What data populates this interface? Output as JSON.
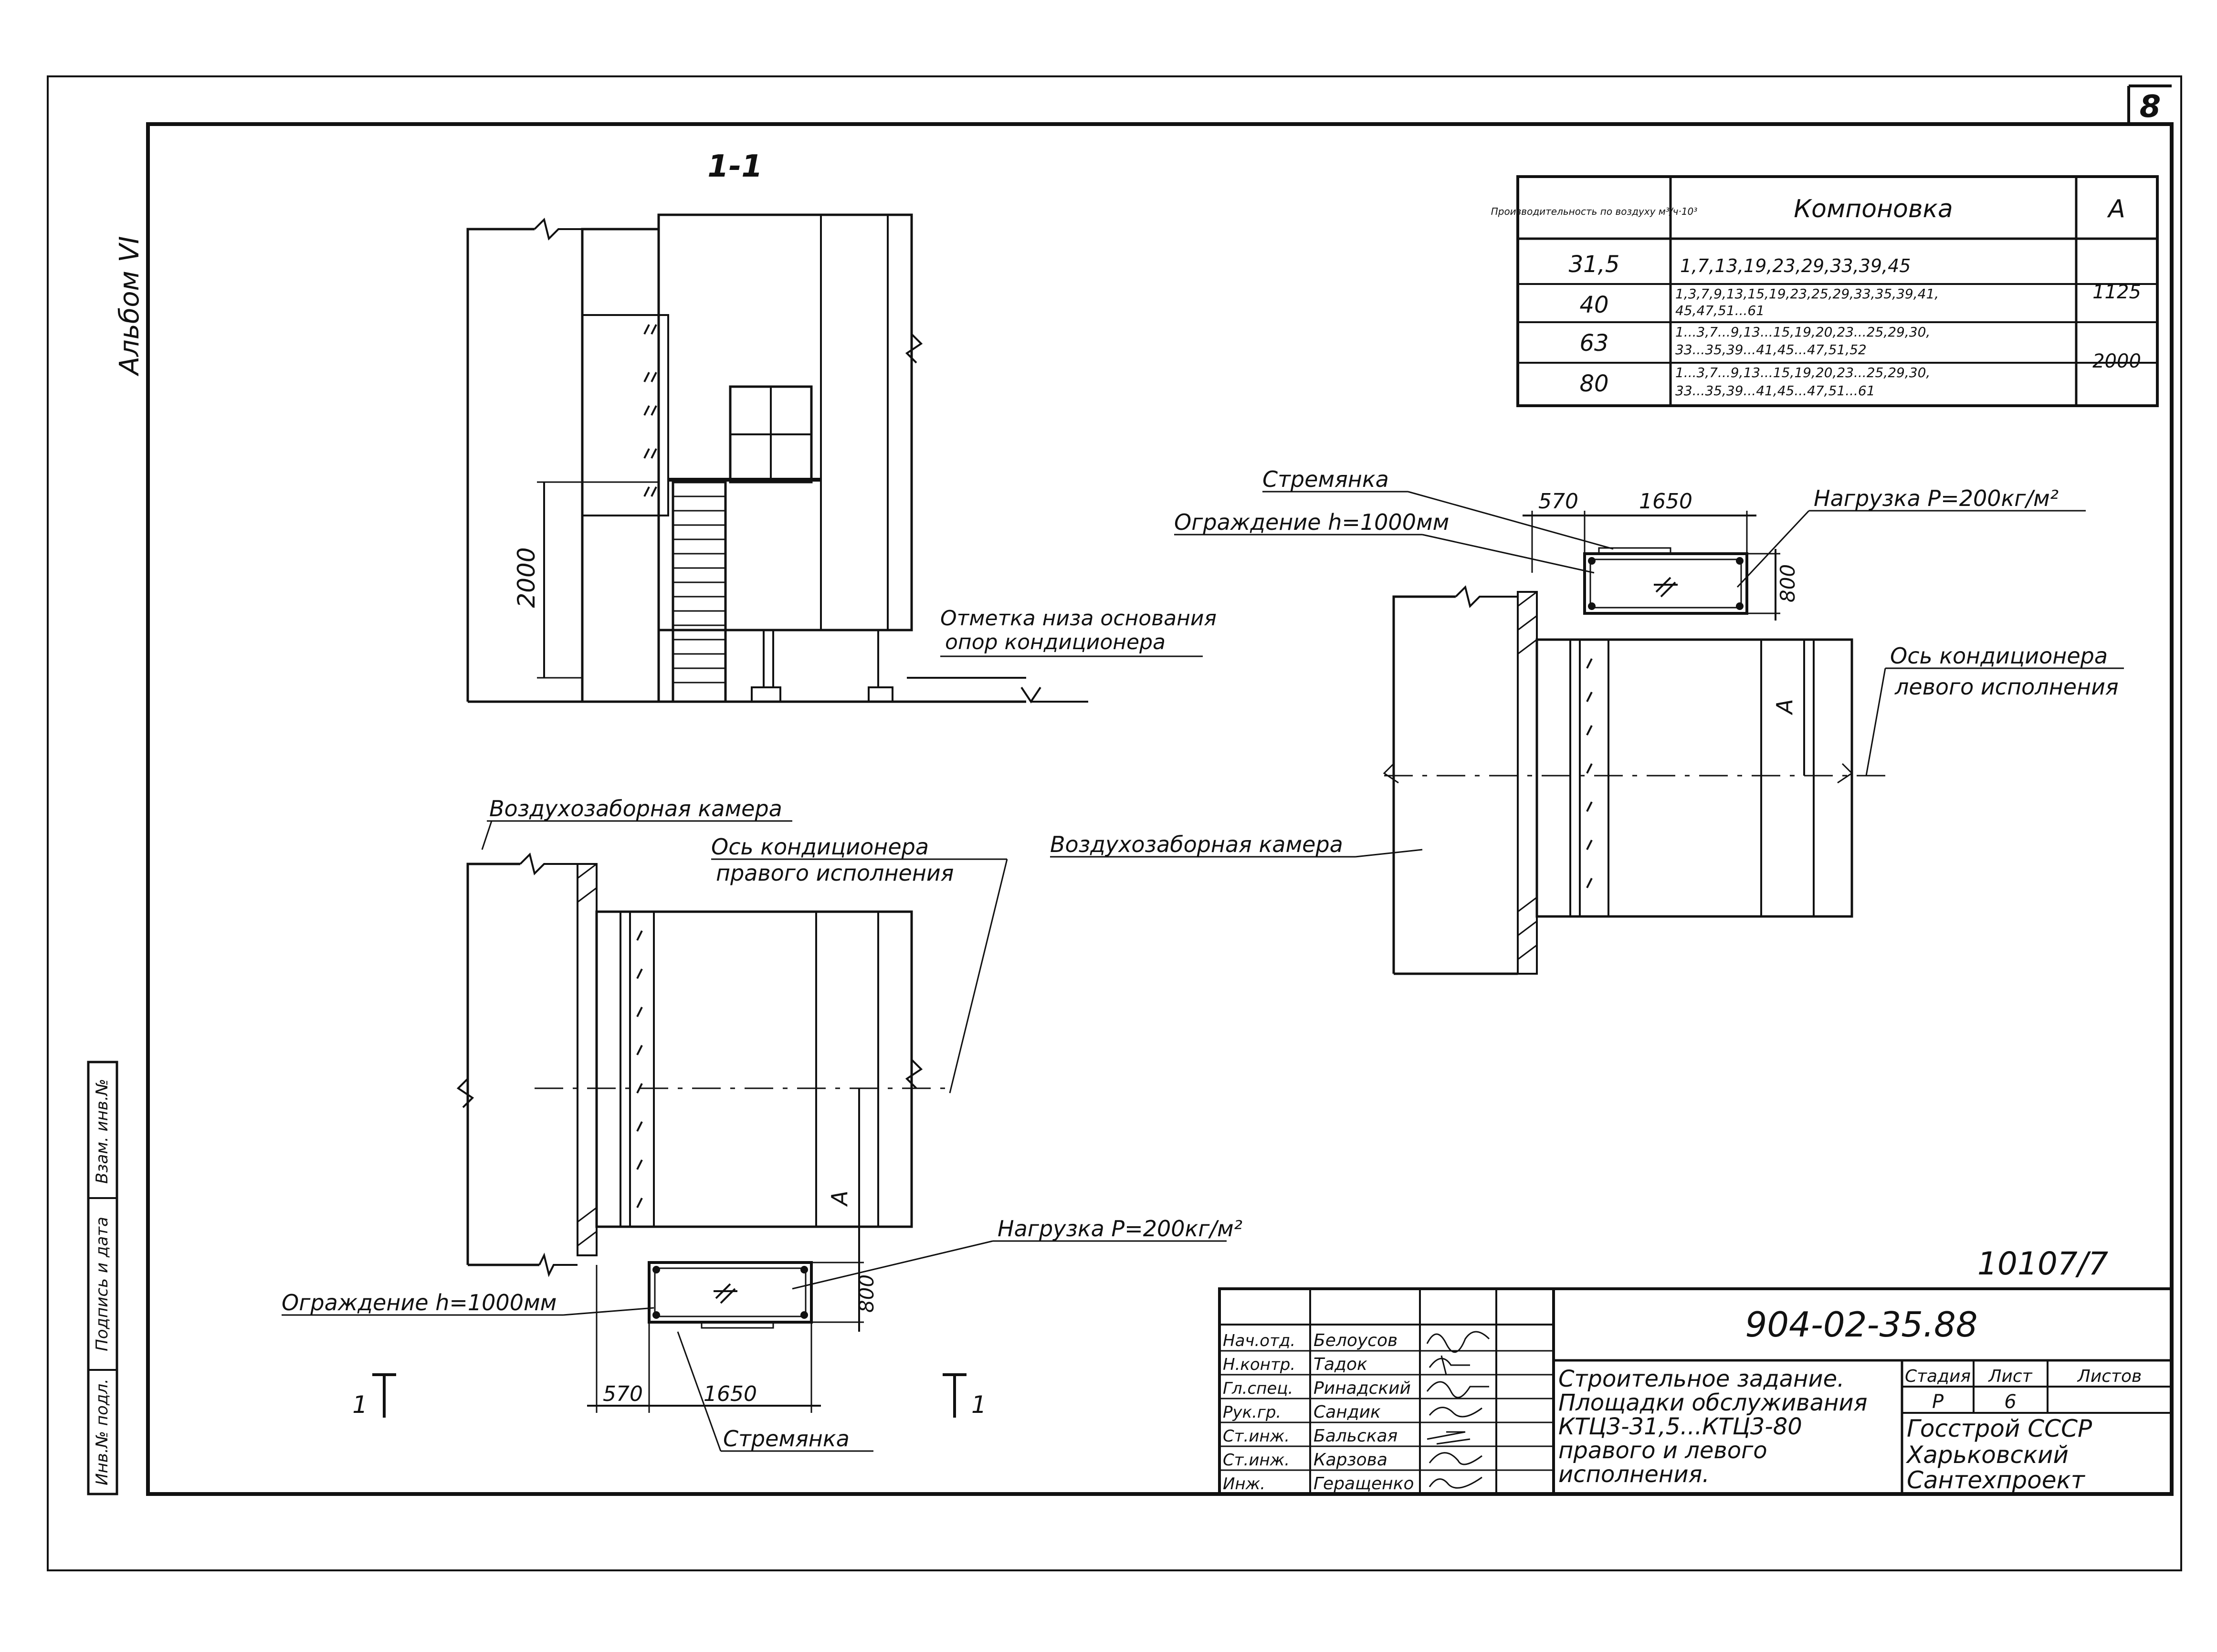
{
  "sheet_number": "8",
  "album_label": "Альбом VI",
  "section_label": "1-1",
  "table": {
    "headers": [
      "Производительность по воздуху м³/ч·10³",
      "Компоновка",
      "А"
    ],
    "rows": [
      {
        "capacity": "31,5",
        "layouts": [
          "1,7,13,19,23,29,33,39,45"
        ],
        "a": "1125"
      },
      {
        "capacity": "40",
        "layouts": [
          "1,3,7,9,13,15,19,23,25,29,33,35,39,41,",
          "45,47,51...61"
        ],
        "a": ""
      },
      {
        "capacity": "63",
        "layouts": [
          "1...3,7...9,13...15,19,20,23...25,29,30,",
          "33...35,39...41,45...47,51,52"
        ],
        "a": "2000"
      },
      {
        "capacity": "80",
        "layouts": [
          "1...3,7...9,13...15,19,20,23...25,29,30,",
          "33...35,39...41,45...47,51...61"
        ],
        "a": ""
      }
    ]
  },
  "labels": {
    "strelyanka_top": "Стремянка",
    "ograzhdenie_top": "Ограждение h=1000мм",
    "nagruzka_top": "Нагрузка P=200кг/м²",
    "dim_570_top": "570",
    "dim_1650_top": "1650",
    "dim_800_top": "800",
    "dim_2000": "2000",
    "otmetka_1": "Отметка низа основания",
    "otmetka_2": "опор кондиционера",
    "os_left_1": "Ось кондиционера",
    "os_left_2": "левого исполнения",
    "vozdukh_right": "Воздухозаборная камера",
    "vozdukh_left": "Воздухозаборная камера",
    "os_right_1": "Ось кондиционера",
    "os_right_2": "правого исполнения",
    "a_right": "А",
    "a_left": "А",
    "nagruzka_bottom": "Нагрузка P=200кг/м²",
    "ograzhdenie_bottom": "Ограждение h=1000мм",
    "dim_800_bottom": "800",
    "dim_570_bottom": "570",
    "dim_1650_bottom": "1650",
    "strelyanka_bottom": "Стремянка",
    "section_mark_left": "1",
    "section_mark_right": "1",
    "doc_index": "10107/7"
  },
  "side_stamp": [
    "Инв.№ подл.",
    "Подпись и дата",
    "Взам. инв.№"
  ],
  "title_block": {
    "code": "904-02-35.88",
    "signers": [
      {
        "role": "Нач.отд.",
        "name": "Белоусов"
      },
      {
        "role": "Н.контр.",
        "name": "Тадок"
      },
      {
        "role": "Гл.спец.",
        "name": "Ринадский"
      },
      {
        "role": "Рук.гр.",
        "name": "Сандик"
      },
      {
        "role": "Ст.инж.",
        "name": "Бальская"
      },
      {
        "role": "Ст.инж.",
        "name": "Карзова"
      },
      {
        "role": "Инж.",
        "name": "Геращенко"
      }
    ],
    "description": [
      "Строительное задание.",
      "Площадки обслуживания",
      "КТЦ3-31,5...КТЦ3-80",
      "правого и левого",
      "исполнения."
    ],
    "stage_head": "Стадия",
    "sheet_head": "Лист",
    "sheets_head": "Листов",
    "stage": "Р",
    "sheet": "6",
    "org": [
      "Госстрой СССР",
      "Харьковский",
      "Сантехпроект"
    ]
  }
}
